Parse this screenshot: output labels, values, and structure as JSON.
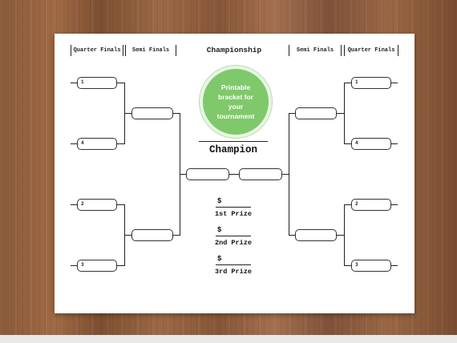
{
  "headers": {
    "left_quarter": "Quarter Finals",
    "left_semi": "Semi Finals",
    "championship": "Championship",
    "right_semi": "Semi Finals",
    "right_quarter": "Quarter Finals"
  },
  "badge": {
    "text": "Printable bracket for your tournament"
  },
  "champion_label": "Champion",
  "seeds": {
    "left": [
      "1",
      "4",
      "2",
      "3"
    ],
    "right": [
      "1",
      "4",
      "2",
      "3"
    ]
  },
  "prizes": [
    {
      "symbol": "$",
      "label": "1st Prize"
    },
    {
      "symbol": "$",
      "label": "2nd Prize"
    },
    {
      "symbol": "$",
      "label": "3rd Prize"
    }
  ],
  "colors": {
    "badge_fill": "#7fc96a",
    "paper": "#ffffff",
    "wood": "#8a5a3a"
  }
}
